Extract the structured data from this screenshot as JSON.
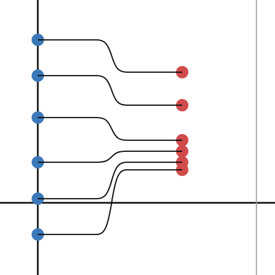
{
  "diagram": {
    "colors": {
      "background": "#ffffff",
      "axis": "#111111",
      "reference_line": "#9a9a9a",
      "link": "#111111",
      "left_node": "#3b78b8",
      "right_node": "#d14b4b"
    },
    "left_nodes": [
      {
        "id": "L1"
      },
      {
        "id": "L2"
      },
      {
        "id": "L3"
      },
      {
        "id": "L4"
      },
      {
        "id": "L5"
      },
      {
        "id": "L6"
      }
    ],
    "right_nodes": [
      {
        "id": "R1"
      },
      {
        "id": "R2"
      },
      {
        "id": "R3"
      },
      {
        "id": "R4"
      },
      {
        "id": "R5"
      },
      {
        "id": "R6"
      }
    ],
    "links": [
      {
        "from": "L1",
        "to": "R1"
      },
      {
        "from": "L2",
        "to": "R2"
      },
      {
        "from": "L3",
        "to": "R3"
      },
      {
        "from": "L4",
        "to": "R4"
      },
      {
        "from": "L5",
        "to": "R5"
      },
      {
        "from": "L6",
        "to": "R6"
      }
    ]
  }
}
